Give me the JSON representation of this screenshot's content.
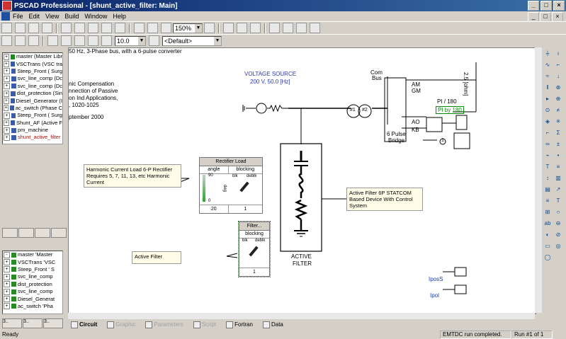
{
  "window": {
    "title": "PSCAD Professional - [shunt_active_filter: Main]",
    "minimize": "_",
    "maximize": "□",
    "close": "×"
  },
  "menu": [
    "File",
    "Edit",
    "View",
    "Build",
    "Window",
    "Help"
  ],
  "toolbar": {
    "zoom": "150%",
    "time": "10.0",
    "layer": "<Default>"
  },
  "project_tree": [
    "master (Master Libr",
    "VSCTrans (VSC tra",
    "Steep_Front ( Surg",
    "svc_line_comp (Dc",
    "svc_line_comp (Dc",
    "dist_protection (Sin",
    "Diesel_Generator (I",
    "ac_switch (Phase C",
    "Steep_Front ( Surg",
    "Shunt_AF (Active F",
    "pm_machine",
    "shunt_active_filter"
  ],
  "instance_tree": [
    "master 'Master",
    "VSCTrans 'VSC",
    "Steep_Front ' S",
    "svc_line_comp",
    "dist_protection",
    "svc_line_comp",
    "Diesel_Generat",
    "ac_switch 'Pha"
  ],
  "bottom_left_tabs": [
    "3..",
    "3..",
    "3.."
  ],
  "canvas": {
    "header_text": "50 Hz, 3-Phase bus, with a 6-pulse converter",
    "description": [
      "nic Compensation",
      "nnection of Passive",
      "on Ind Applications,",
      ", 1020-1025",
      "ptember 2000"
    ],
    "voltage_source": [
      "VOLTAGE SOURCE",
      "200 V, 50.0 [Hz]"
    ],
    "com_bus": [
      "Com",
      "Bus"
    ],
    "am": "AM",
    "gm": "GM",
    "ao": "AO",
    "kb": "KB",
    "bridge": [
      "6 Pulse",
      "Bridge"
    ],
    "pi_label": "PI / 180",
    "pi_box": "PI by 180",
    "one": "1",
    "resistor": "2.5 [ohm]",
    "t1": "#1",
    "t2": "#2",
    "rectifier": {
      "title": "Rectifier Load",
      "col1": "angle",
      "col2": "blocking",
      "max": "90",
      "min": "0",
      "deg": "deg",
      "blk": "blk",
      "deblk": "deblk",
      "v1": "20",
      "v2": "1"
    },
    "harmonic_note": [
      "Harmonic Current Load 6-P  Rectifier",
      "Requires  5, 7, 11, 13, etc Harmonic",
      "Current"
    ],
    "filter_box": {
      "title": "Filter...",
      "col": "blocking",
      "blk": "blk",
      "deblk": "deblk",
      "v": "1"
    },
    "active_filter_note": "Active Filter",
    "statcom_note": [
      "Active Filter 6P STATCOM",
      "Based Device With Control",
      "System"
    ],
    "active_filter_label": [
      "ACTIVE",
      "FILTER"
    ],
    "ipos": "IposS",
    "ipol": "Ipol"
  },
  "bottom_tabs": [
    "Circuit",
    "Graphic",
    "Parameters",
    "Script",
    "Fortran",
    "Data"
  ],
  "status": {
    "left": "Ready",
    "msg": "EMTDC run completed.",
    "run": "Run #1 of 1"
  }
}
